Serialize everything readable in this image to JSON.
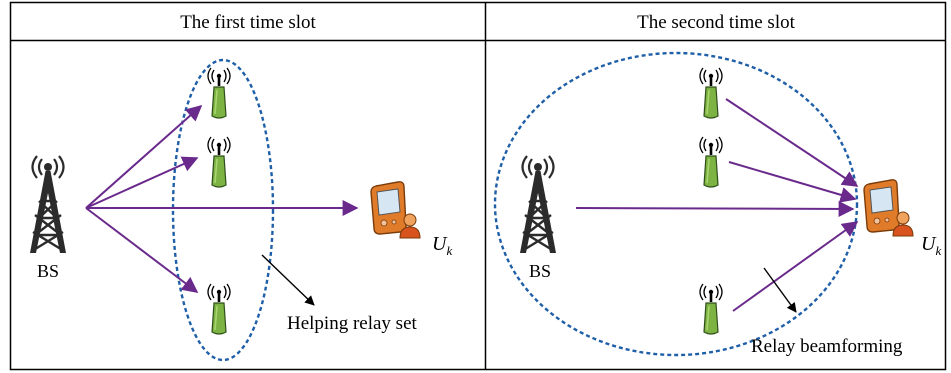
{
  "panels": [
    {
      "caption": "The first time slot",
      "bs_label": "BS",
      "user_label": "U",
      "user_subscript": "k",
      "annotation": "Helping relay set"
    },
    {
      "caption": "The second time slot",
      "bs_label": "BS",
      "user_label": "U",
      "user_subscript": "k",
      "annotation": "Relay beamforming"
    }
  ],
  "colors": {
    "arrow": "#6a2a8c",
    "relay_body": "#7cb342",
    "relay_outline": "#2f4f1a",
    "dashed_ellipse": "#1f5fa8",
    "phone_body": "#e07b2a",
    "phone_screen": "#d7e6f3",
    "person": "#d9531e",
    "tower": "#2b2b2b"
  }
}
